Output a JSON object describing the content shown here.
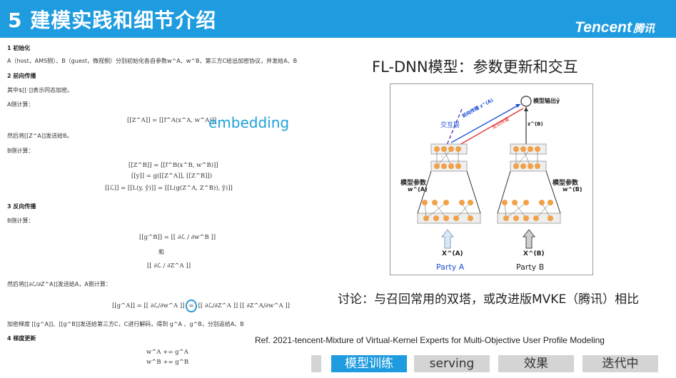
{
  "header": {
    "title": "5 建模实践和细节介绍",
    "logo_en": "Tencent",
    "logo_cn": "腾讯",
    "bg_color": "#1f9ce0"
  },
  "left": {
    "s1_heading": "1 初始化",
    "s1_text": "A（host，AMS侧）、B（guest，微视侧）分别初始化各自参数w^A、w^B，第三方C给出加密协议，并发给A、B",
    "s2_heading": "2 前向传播",
    "s2_text": "其中$[[·]]表示同态加密。",
    "a_calc": "A侧计算：",
    "eq_za": "[[Z^A]] = [[f^A(x^A, w^A)]]",
    "embedding": "embedding",
    "send_b": "然后将[[Z^A]]发送给B。",
    "b_calc": "B侧计算：",
    "eq_zb": "[[Z^B]] = [[f^B(x^B, w^B)]]",
    "eq_y": "[[y]] = g([[Z^A]], [[Z^B]])",
    "eq_l": "[[ℒ]] = [[L(y, ŷ)]] = [[L(g(Z^A, Z^B)), ŷ)]]",
    "s3_heading": "3 反向传播",
    "b_calc2": "B侧计算：",
    "eq_gb": "[[g^B]] = [[ ∂ℒ / ∂w^B ]]",
    "and": "和",
    "eq_dza": "[[ ∂ℒ / ∂Z^A ]]",
    "send_a": "然后将[[∂ℒ/∂Z^A]]发送给A，A侧计算：",
    "eq_ga_left": "[[g^A]] = [[ ∂ℒ/∂w^A ]]",
    "eq_ga_mid": "=",
    "eq_ga_right": "[[ ∂ℒ/∂Z^A ]] [[ ∂Z^A/∂w^A ]]",
    "decrypt": "加密梯度 [[g^A]]、[[g^B]]发送给第三方C，C进行解码，得到 g^A 、g^B，分别返给A、B",
    "s4_heading": "4 梯度更新",
    "upd_a": "w^A += g^A",
    "upd_b": "w^B += g^B"
  },
  "right": {
    "fl_title": "FL-DNN模型：参数更新和交互",
    "discuss": "讨论：与召回常用的双塔，或改进版MVKE（腾讯）相比",
    "ref": "Ref. 2021-tencent-Mixture of Virtual-Kernel Experts for Multi-Objective User Profile Modeling"
  },
  "diagram": {
    "model_output": "模型输出ŷ",
    "interaction": "交互层",
    "forward": "前向传播 z^(A)",
    "backward": "反向传播",
    "zb": "z^(B)",
    "params_a": "模型参数",
    "wa": "w^(A)",
    "params_b": "模型参数",
    "wb": "w^(B)",
    "xa": "X^(A)",
    "xb": "X^(B)",
    "party_a": "Party A",
    "party_b": "Party B",
    "node_color": "#f0a24a",
    "blue": "#1a4fd6",
    "red": "#e03030"
  },
  "tabs": {
    "items": [
      {
        "label": "模型训练",
        "active": true
      },
      {
        "label": "serving",
        "active": false
      },
      {
        "label": "效果",
        "active": false
      },
      {
        "label": "迭代中",
        "active": false
      }
    ]
  }
}
